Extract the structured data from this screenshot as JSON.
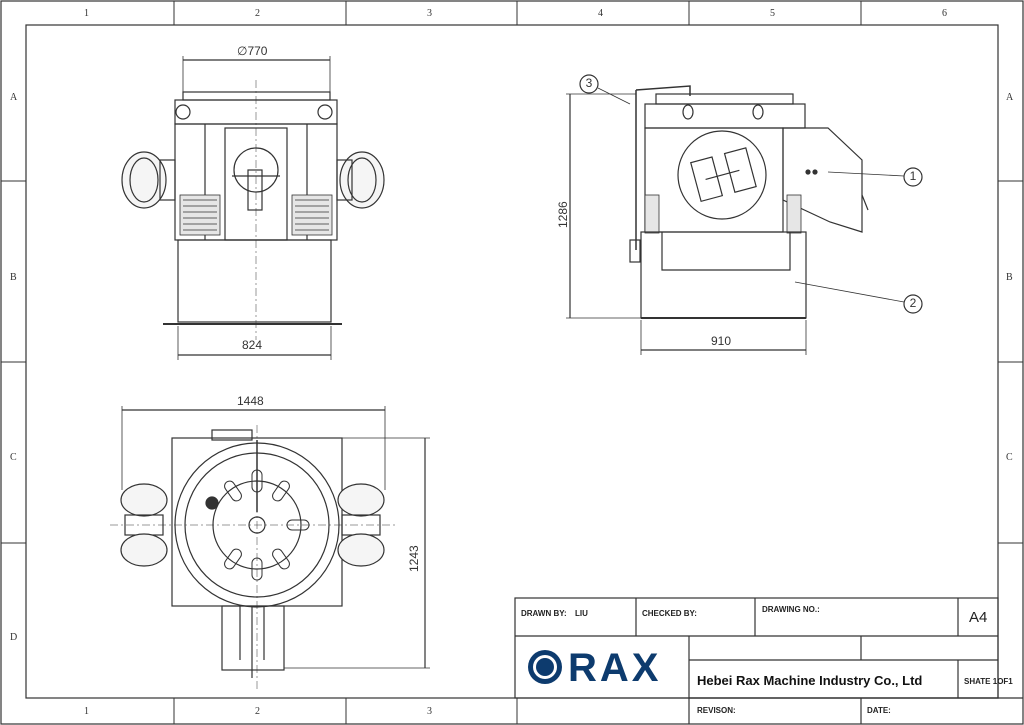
{
  "grid": {
    "columns": [
      "1",
      "2",
      "3",
      "4",
      "5",
      "6"
    ],
    "rows": [
      "A",
      "B",
      "C",
      "D"
    ]
  },
  "views": {
    "front": {
      "dia_label": "∅770",
      "width_label": "824"
    },
    "side": {
      "height_label": "1286",
      "width_label": "910"
    },
    "top": {
      "width_label": "1448",
      "height_label": "1243"
    }
  },
  "callouts": [
    "1",
    "2",
    "3"
  ],
  "title_block": {
    "drawn_by_label": "DRAWN BY:",
    "drawn_by_value": "LIU",
    "checked_by_label": "CHECKED BY:",
    "drawing_no_label": "DRAWING NO.:",
    "sheet_size": "A4",
    "logo_text": "RAX",
    "company": "Hebei Rax Machine Industry Co., Ltd",
    "sheet_label": "SHATE 1OF1",
    "revision_label": "REVISON:",
    "date_label": "DATE:"
  },
  "colors": {
    "line": "#333333",
    "logo": "#0d3b6e"
  }
}
